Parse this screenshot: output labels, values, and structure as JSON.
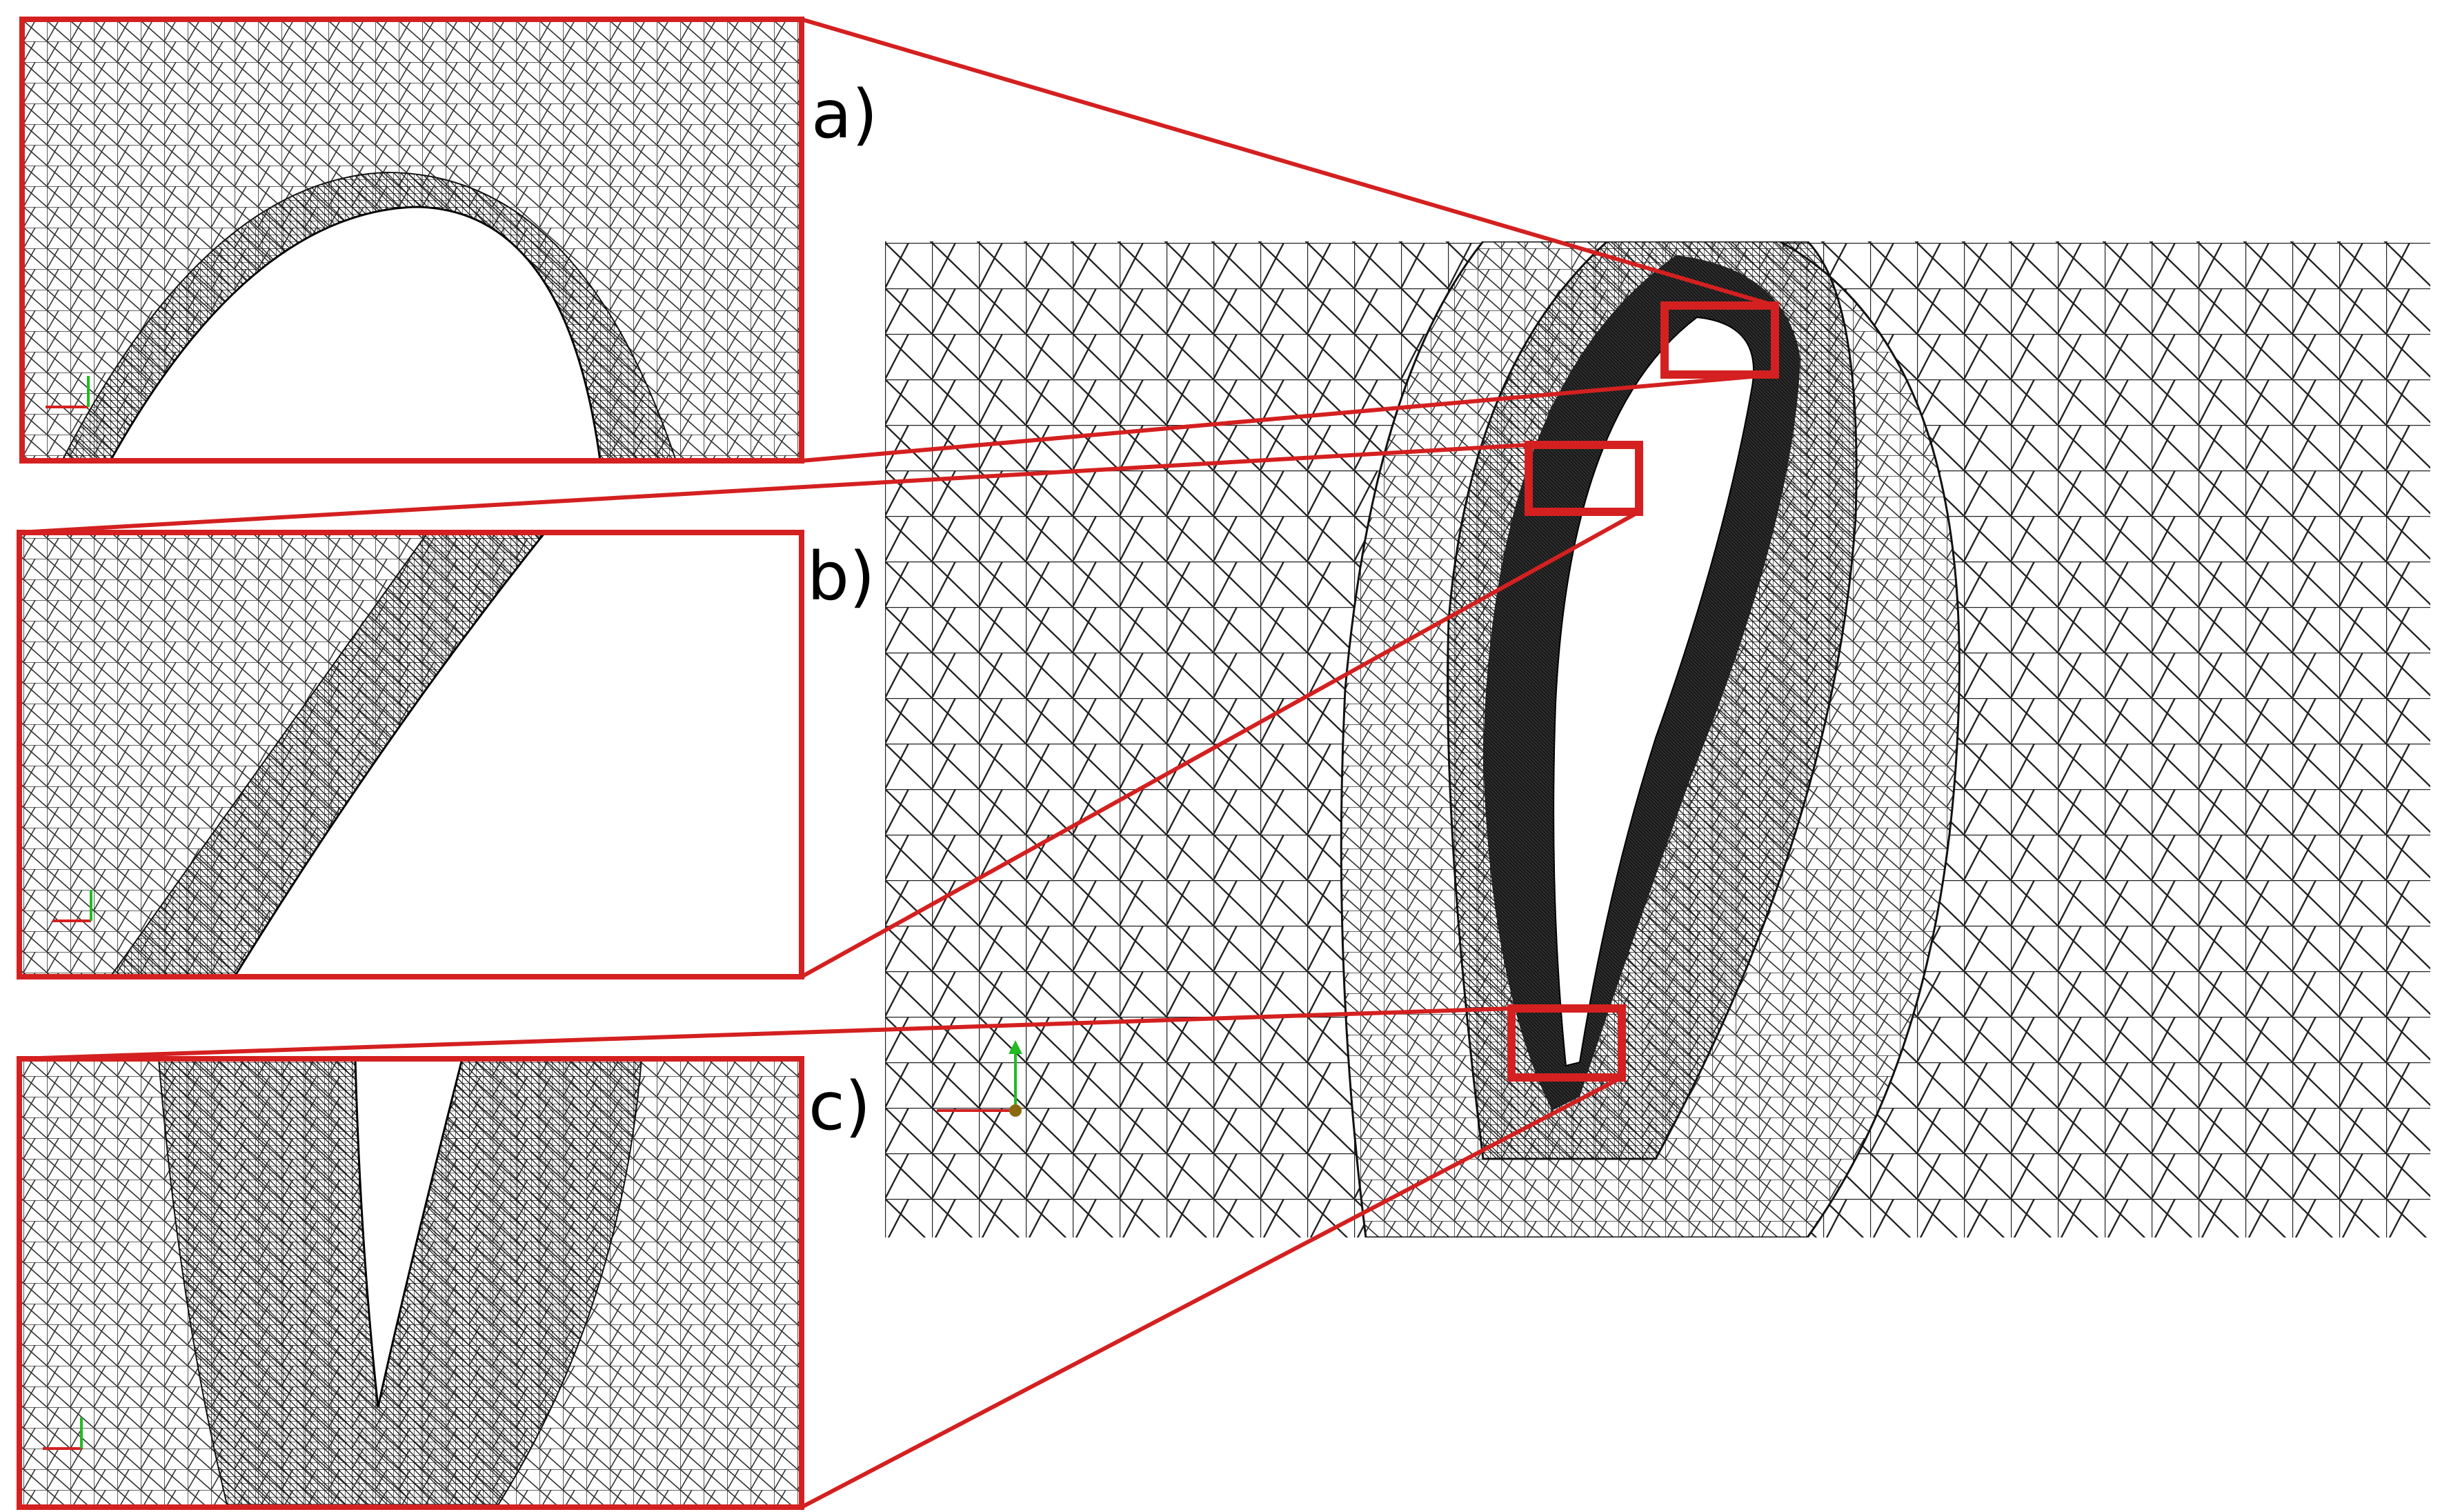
{
  "labels": {
    "a": "a)",
    "b": "b)",
    "c": "c)"
  },
  "colors": {
    "highlight": "#d42020",
    "mesh": "#111111",
    "axis_x": "#d42020",
    "axis_y": "#22bb22",
    "background": "#ffffff"
  },
  "icons": [
    "axis-triad-icon"
  ]
}
